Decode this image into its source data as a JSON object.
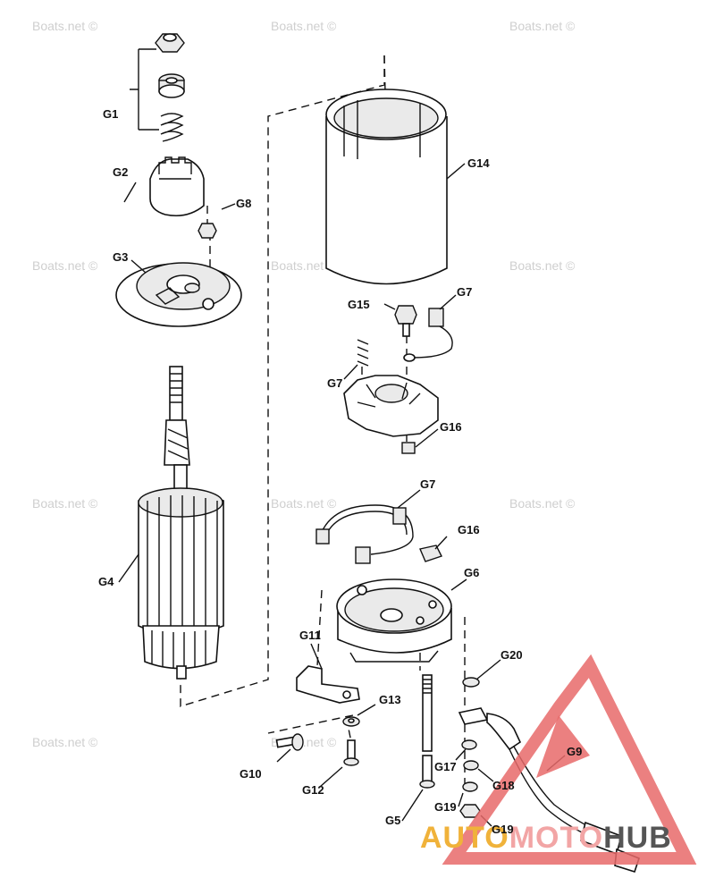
{
  "watermark": "Boats.net ©",
  "brand": {
    "part1": "AUTO",
    "part2": "MOTO",
    "part3": "HUB",
    "color_auto": "#f0b23a",
    "color_moto": "#f2a5a5",
    "color_hub": "#555555",
    "triangle_color": "#e86a6a"
  },
  "labels": {
    "G1": "G1",
    "G2": "G2",
    "G3": "G3",
    "G4": "G4",
    "G5": "G5",
    "G6": "G6",
    "G7a": "G7",
    "G7b": "G7",
    "G7c": "G7",
    "G8": "G8",
    "G9": "G9",
    "G10": "G10",
    "G11": "G11",
    "G12": "G12",
    "G13": "G13",
    "G14": "G14",
    "G15": "G15",
    "G16a": "G16",
    "G16b": "G16",
    "G17": "G17",
    "G18": "G18",
    "G19a": "G19",
    "G19b": "G19",
    "G20": "G20"
  }
}
